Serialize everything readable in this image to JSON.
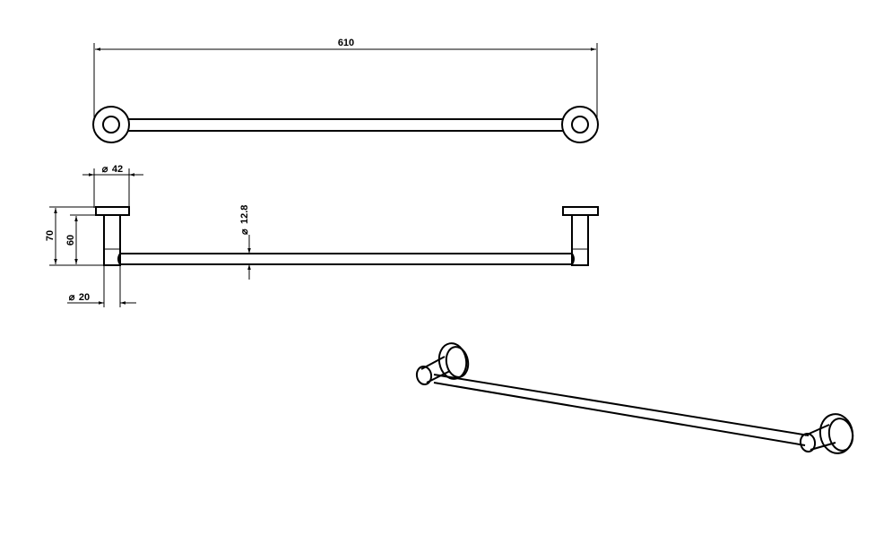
{
  "dimensions": {
    "overall_length": "610",
    "flange_diameter": "42",
    "post_diameter": "20",
    "rod_diameter": "12.8",
    "overall_height": "70",
    "inner_height": "60"
  },
  "symbols": {
    "diameter": "⌀"
  }
}
